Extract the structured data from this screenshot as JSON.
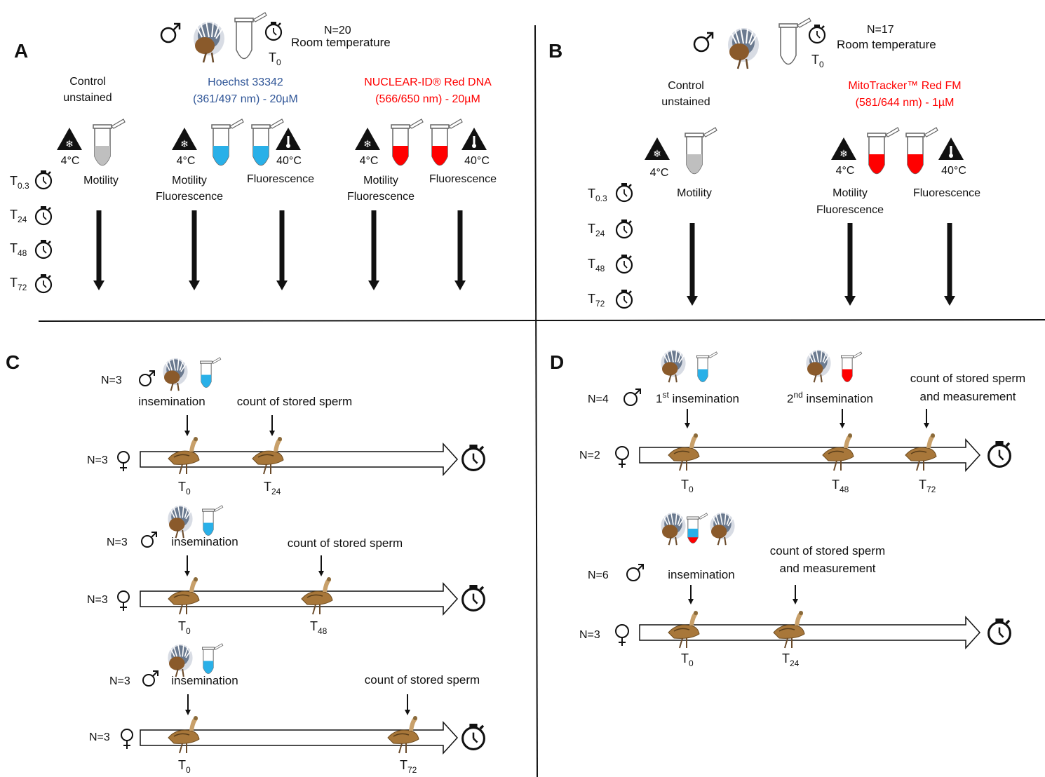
{
  "colors": {
    "blue_dye": "#29b0e8",
    "red_dye": "#ff0000",
    "hoechst_text": "#2f5597",
    "red_text": "#ff0000",
    "bird_body": "#a8773a"
  },
  "icons": [
    "male-symbol-icon",
    "female-symbol-icon",
    "stopwatch-icon",
    "tube-icon",
    "snowflake-warning-icon",
    "thermometer-warning-icon",
    "bird-male-icon",
    "bird-female-icon",
    "timeline-arrow-icon"
  ],
  "panelA": {
    "letter": "A",
    "n": "N=20",
    "condition": "Room temperature",
    "t0": "T",
    "t0_sub": "0",
    "control": [
      "Control",
      "unstained"
    ],
    "hoechst": [
      "Hoechst 33342",
      "(361/497 nm) - 20µM"
    ],
    "nuclear": [
      "NUCLEAR-ID® Red DNA",
      "(566/650 nm) - 20µM"
    ],
    "cold": "4°C",
    "hot": "40°C",
    "motility": "Motility",
    "fluorescence": "Fluorescence",
    "times": [
      {
        "t": "T",
        "s": "0.3"
      },
      {
        "t": "T",
        "s": "24"
      },
      {
        "t": "T",
        "s": "48"
      },
      {
        "t": "T",
        "s": "72"
      }
    ]
  },
  "panelB": {
    "letter": "B",
    "n": "N=17",
    "condition": "Room temperature",
    "control": [
      "Control",
      "unstained"
    ],
    "mito": [
      "MitoTracker™ Red FM",
      "(581/644 nm) - 1µM"
    ],
    "cold": "4°C",
    "hot": "40°C",
    "motility": "Motility",
    "fluorescence": "Fluorescence"
  },
  "panelC": {
    "letter": "C",
    "n": "N=3",
    "insemination": "insemination",
    "count": "count of stored sperm",
    "t0": "0",
    "t24": "24",
    "t48": "48",
    "t72": "72"
  },
  "panelD": {
    "letter": "D",
    "n4": "N=4",
    "n2": "N=2",
    "n6": "N=6",
    "n3": "N=3",
    "first": "1",
    "first_sup": "st",
    "second": "2",
    "second_sup": "nd",
    "ins": " insemination",
    "insemination": "insemination",
    "count1": "count of stored sperm",
    "count2": "and measurement"
  }
}
